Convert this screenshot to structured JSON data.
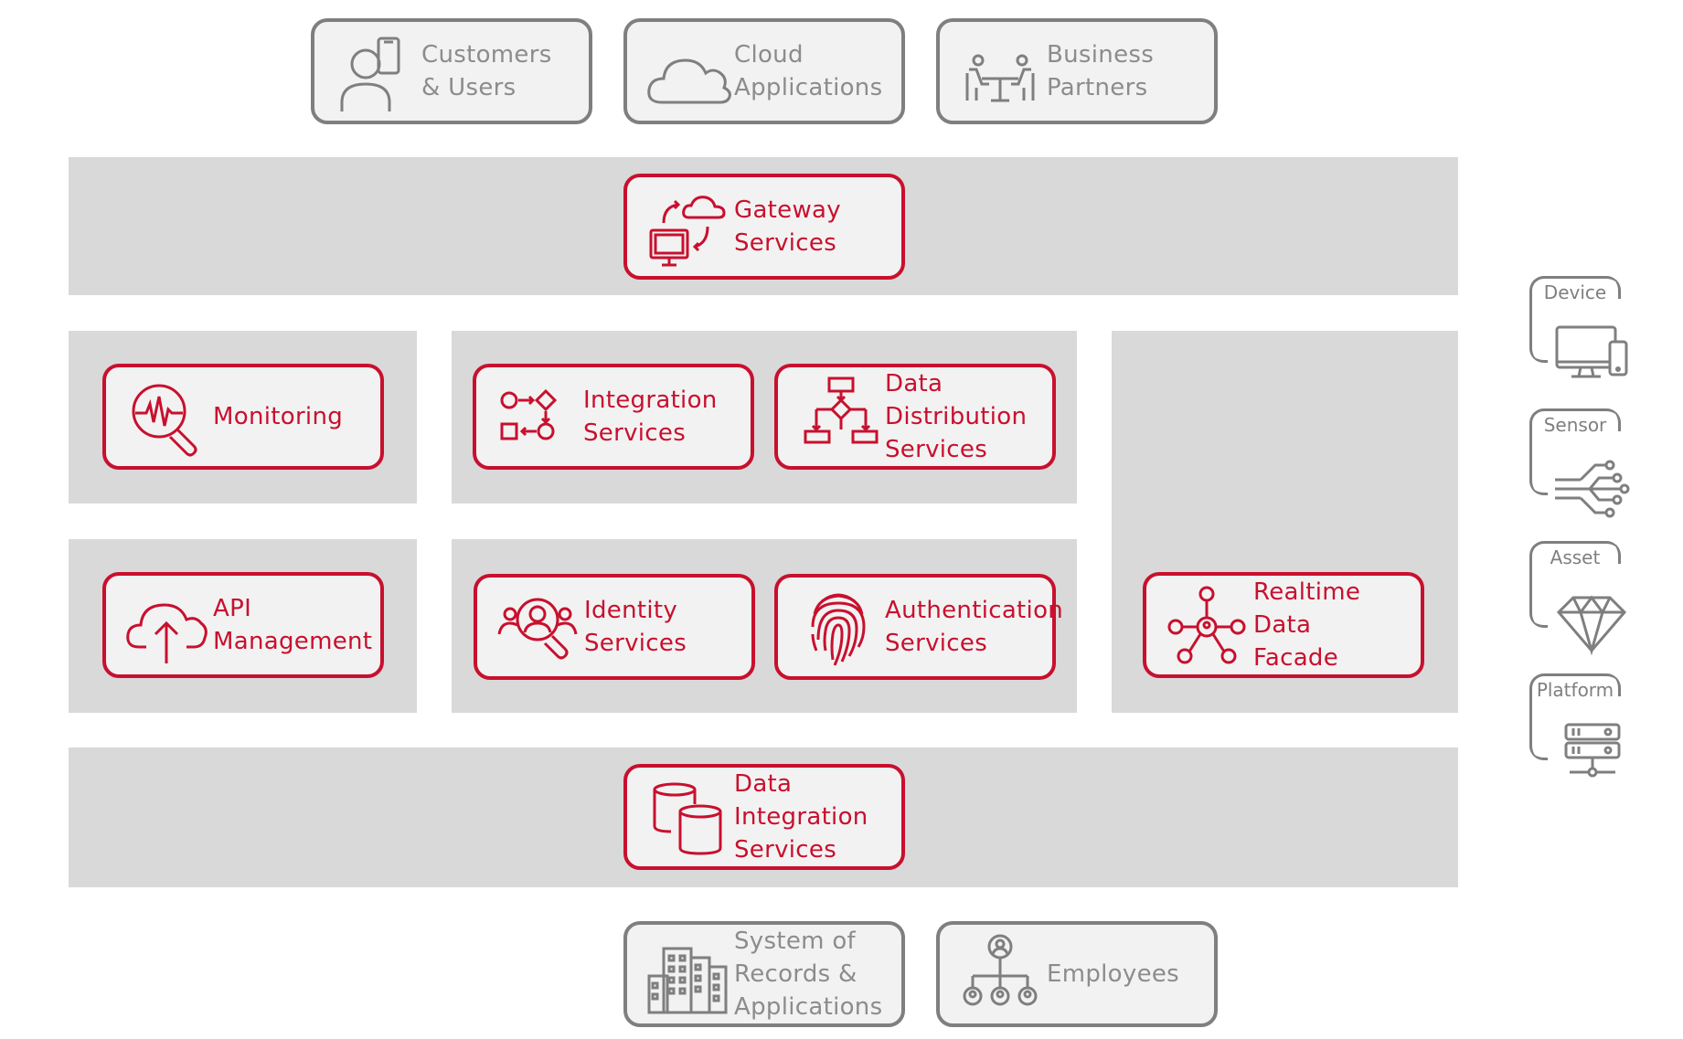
{
  "colors": {
    "accent": "#c8102e",
    "neutral": "#7f7f7f",
    "band": "#d9d9d9",
    "box_fill": "#f2f2f2"
  },
  "external_top": [
    {
      "label": "Customers\n& Users",
      "icon": "user-phone-icon"
    },
    {
      "label": "Cloud\nApplications",
      "icon": "cloud-icon"
    },
    {
      "label": "Business\nPartners",
      "icon": "meeting-icon"
    }
  ],
  "services": {
    "gateway": {
      "label": "Gateway\nServices",
      "icon": "gateway-cloud-monitor-icon"
    },
    "monitoring": {
      "label": "Monitoring",
      "icon": "monitoring-magnifier-icon"
    },
    "integration": {
      "label": "Integration\nServices",
      "icon": "integration-flow-icon"
    },
    "data_distribution": {
      "label": "Data\nDistribution\nServices",
      "icon": "flowchart-icon"
    },
    "api_management": {
      "label": "API\nManagement",
      "icon": "cloud-upload-icon"
    },
    "identity": {
      "label": "Identity\nServices",
      "icon": "identity-search-icon"
    },
    "authentication": {
      "label": "Authentication\nServices",
      "icon": "fingerprint-icon"
    },
    "realtime_data": {
      "label": "Realtime Data\nFacade",
      "icon": "hub-network-icon"
    },
    "data_integration": {
      "label": "Data\nIntegration\nServices",
      "icon": "database-icon"
    }
  },
  "external_bottom": [
    {
      "label": "System of\nRecords &\nApplications",
      "icon": "buildings-icon"
    },
    {
      "label": "Employees",
      "icon": "org-chart-icon"
    }
  ],
  "side_items": [
    {
      "label": "Device",
      "icon": "device-monitor-phone-icon"
    },
    {
      "label": "Sensor",
      "icon": "sensor-circuit-icon"
    },
    {
      "label": "Asset",
      "icon": "diamond-icon"
    },
    {
      "label": "Platform",
      "icon": "server-icon"
    }
  ]
}
